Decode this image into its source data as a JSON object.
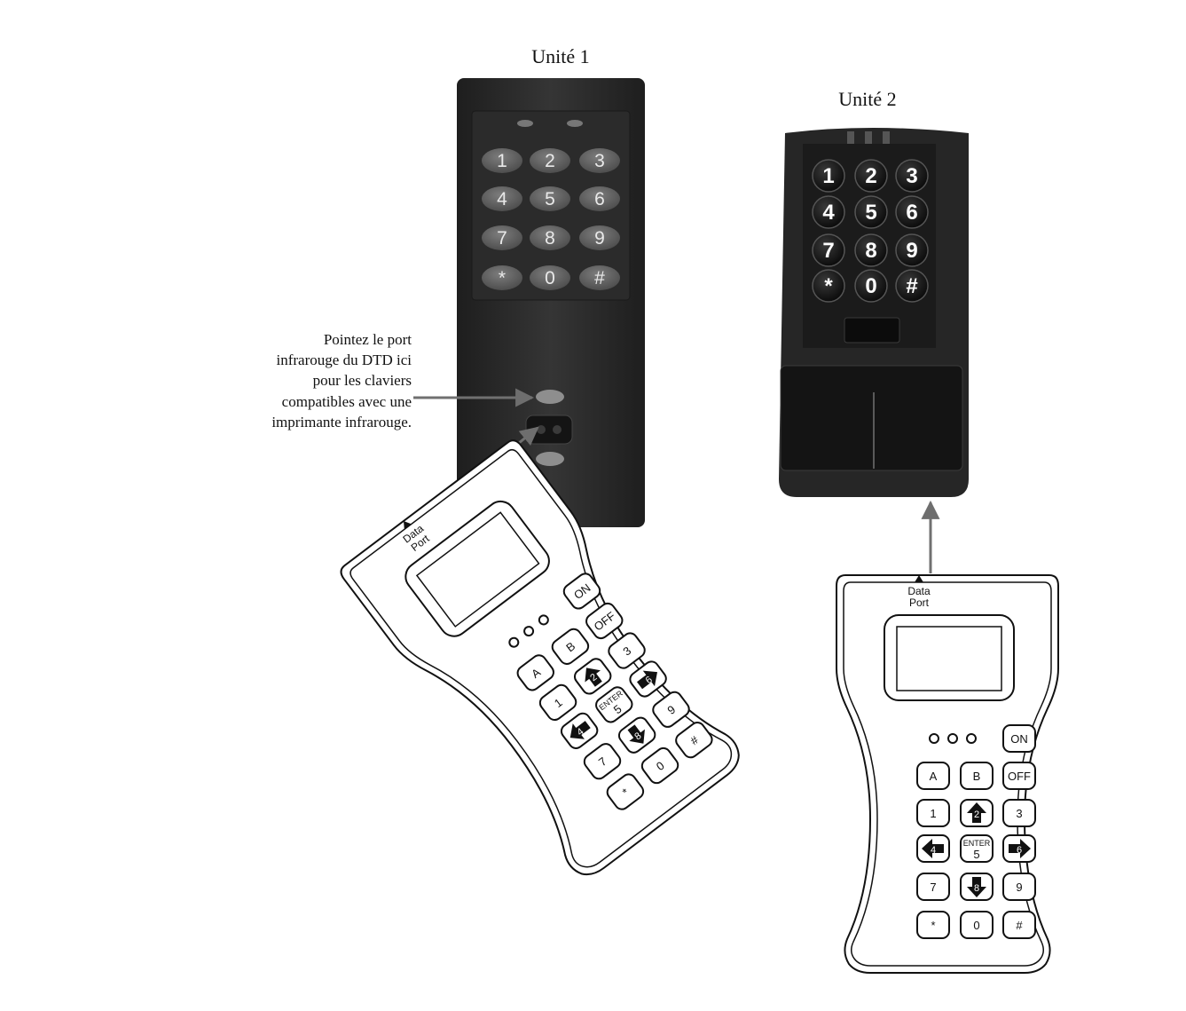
{
  "unit1": {
    "title": "Unité 1"
  },
  "unit2": {
    "title": "Unité 2"
  },
  "annotation": {
    "lines": [
      "Pointez le port",
      "infrarouge du DTD ici",
      "pour les claviers",
      "compatibles avec une",
      "imprimante infrarouge."
    ]
  },
  "keypad_keys": [
    [
      "1",
      "2",
      "3"
    ],
    [
      "4",
      "5",
      "6"
    ],
    [
      "7",
      "8",
      "9"
    ],
    [
      "*",
      "0",
      "#"
    ]
  ],
  "dtd": {
    "port_label_line1": "Data",
    "port_label_line2": "Port",
    "on": "ON",
    "off": "OFF",
    "a": "A",
    "b": "B",
    "k1": "1",
    "k2": "2",
    "k3": "3",
    "k4": "4",
    "enter": "ENTER",
    "k5": "5",
    "k6": "6",
    "k7": "7",
    "k8": "8",
    "k9": "9",
    "star": "*",
    "k0": "0",
    "hash": "#"
  },
  "colors": {
    "unit1_body": "#2e2e2e",
    "unit2_body": "#2a2a2a",
    "arrow": "#7a7a7a",
    "led": "#8a8a8a"
  }
}
